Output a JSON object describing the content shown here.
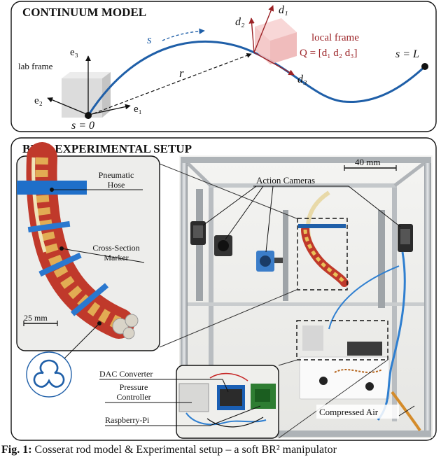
{
  "top_panel": {
    "title": "CONTINUUM MODEL",
    "lab_frame": "lab frame",
    "axis_e1": "e₁",
    "axis_e2": "e₂",
    "axis_e3": "e₃",
    "arc_param": "s",
    "position_vector": "r",
    "start_label": "s = 0",
    "end_label": "s = L",
    "d1": "d₁",
    "d2": "d₂",
    "d3": "d₃",
    "local_frame": "local frame",
    "local_frame_def": "Q = [d₁ d₂ d₃]"
  },
  "bottom_panel": {
    "title": "BR2 - EXPERIMENTAL SETUP",
    "pneumatic_hose": [
      "Pneumatic",
      "Hose"
    ],
    "cross_section": [
      "Cross-Section",
      "Marker"
    ],
    "scale_left": "25 mm",
    "scale_right": "40 mm",
    "action_cameras": "Action Cameras",
    "dac": "DAC Converter",
    "pressure": [
      "Pressure",
      "Controller"
    ],
    "raspberry": "Raspberry-Pi",
    "compressed_air": "Compressed Air"
  },
  "caption": {
    "label": "Fig. 1:",
    "text": " Cosserat rod model & Experimental setup – a soft BR² manipulator"
  },
  "colors": {
    "rod_blue": "#1f5fa8",
    "frame_red": "#9b2226",
    "chamber_red": "#c0392b",
    "chamber_yellow": "#e8c15a"
  }
}
